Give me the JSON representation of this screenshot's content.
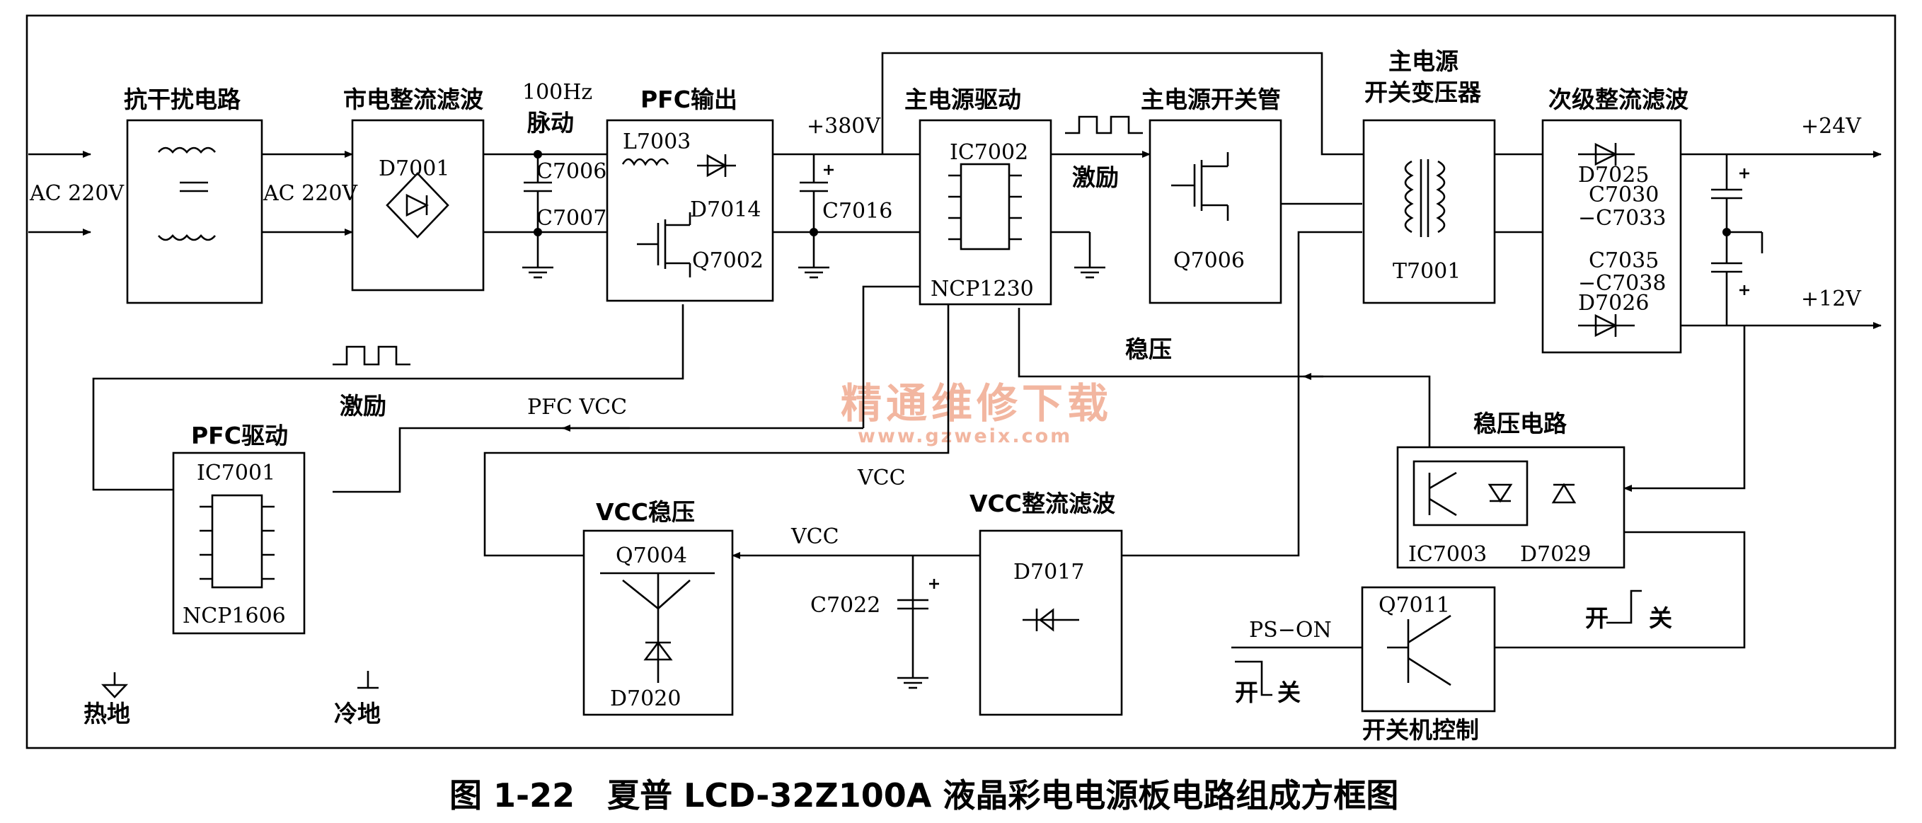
{
  "caption": "图 1-22　夏普 LCD-32Z100A 液晶彩电电源板电路组成方框图",
  "watermark": {
    "cn": "精通维修下载",
    "url": "www.gzweix.com"
  },
  "inputs": {
    "ac_in": "AC 220V",
    "ac_out": "AC 220V"
  },
  "blocks": {
    "emi": {
      "title": "抗干扰电路"
    },
    "rect": {
      "title": "市电整流滤波",
      "part": "D7001"
    },
    "pfc_out": {
      "title": "PFC输出",
      "inductor": "L7003",
      "diode": "D7014",
      "mosfet": "Q7002"
    },
    "main_drv": {
      "title": "主电源驱动",
      "ic": "IC7002",
      "chip": "NCP1230"
    },
    "main_sw": {
      "title": "主电源开关管",
      "part": "Q7006"
    },
    "xfmr": {
      "title_line1": "主电源",
      "title_line2": "开关变压器",
      "part": "T7001"
    },
    "sec": {
      "title": "次级整流滤波",
      "d1": "D7025",
      "c1a": "C7030",
      "c1b": "−C7033",
      "c2a": "C7035",
      "c2b": "−C7038",
      "d2": "D7026"
    },
    "pfc_drv": {
      "title": "PFC驱动",
      "ic": "IC7001",
      "chip": "NCP1606"
    },
    "vcc_reg": {
      "title": "VCC稳压",
      "transistor": "Q7004",
      "zener": "D7020"
    },
    "vcc_rect": {
      "title": "VCC整流滤波",
      "part": "D7017"
    },
    "reg": {
      "title": "稳压电路",
      "opto": "IC7003",
      "zener": "D7029"
    },
    "onoff": {
      "part": "Q7011",
      "title": "开关机控制"
    }
  },
  "labels": {
    "pulse_100hz_1": "100Hz",
    "pulse_100hz_2": "脉动",
    "c7006": "C7006",
    "c7007": "C7007",
    "v380": "+380V",
    "c7016": "C7016",
    "excite_main": "激励",
    "excite_pfc": "激励",
    "v24": "+24V",
    "v12": "+12V",
    "regulate": "稳压",
    "pfc_vcc": "PFC VCC",
    "vcc1": "VCC",
    "vcc2": "VCC",
    "c7022": "C7022",
    "ps_on": "PS−ON",
    "on_left": "开",
    "off_left": "关",
    "on_right": "开",
    "off_right": "关",
    "hot_ground": "热地",
    "cold_ground": "冷地"
  }
}
